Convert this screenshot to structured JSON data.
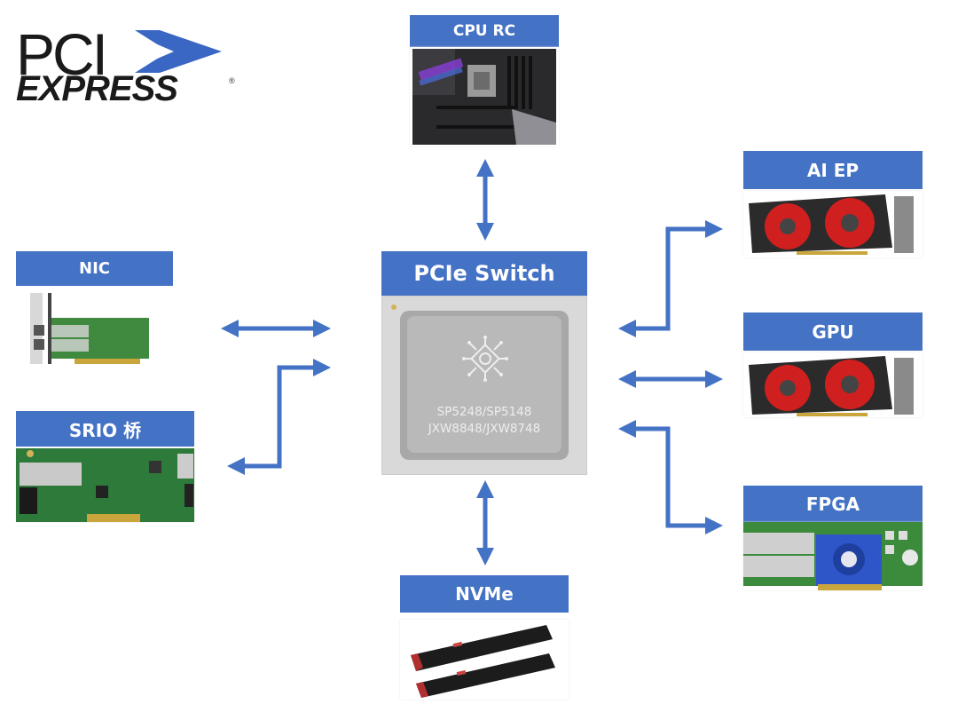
{
  "logo": {
    "line1": "PCI",
    "line2": "EXPRESS",
    "reg": "®",
    "chevron_color": "#3a67c4"
  },
  "colors": {
    "accent": "#4472C4",
    "label_text": "#FFFFFF"
  },
  "center": {
    "label": "PCIe Switch",
    "chip_line1": "SP5248/SP5148",
    "chip_line2": "JXW8848/JXW8748"
  },
  "nodes": {
    "cpu_rc": {
      "label": "CPU RC",
      "image": "motherboard"
    },
    "nic": {
      "label": "NIC",
      "image": "network-card"
    },
    "srio": {
      "label": "SRIO 桥",
      "image": "srio-bridge-board"
    },
    "ai_ep": {
      "label": "AI EP",
      "image": "graphics-card"
    },
    "gpu": {
      "label": "GPU",
      "image": "graphics-card"
    },
    "fpga": {
      "label": "FPGA",
      "image": "fpga-card"
    },
    "nvme": {
      "label": "NVMe",
      "image": "m2-ssd"
    }
  },
  "connections": [
    {
      "from": "PCIe Switch",
      "to": "CPU RC",
      "direction": "bidirectional"
    },
    {
      "from": "PCIe Switch",
      "to": "NIC",
      "direction": "bidirectional"
    },
    {
      "from": "PCIe Switch",
      "to": "SRIO 桥",
      "direction": "bidirectional"
    },
    {
      "from": "PCIe Switch",
      "to": "AI EP",
      "direction": "bidirectional"
    },
    {
      "from": "PCIe Switch",
      "to": "GPU",
      "direction": "bidirectional"
    },
    {
      "from": "PCIe Switch",
      "to": "FPGA",
      "direction": "bidirectional"
    },
    {
      "from": "PCIe Switch",
      "to": "NVMe",
      "direction": "bidirectional"
    }
  ]
}
